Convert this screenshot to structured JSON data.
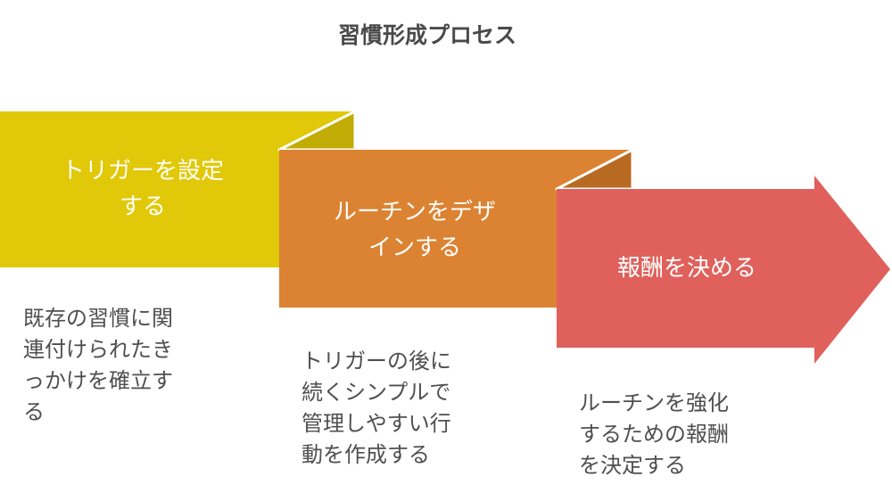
{
  "title": "習慣形成プロセス",
  "colors": {
    "step1": "#E1C808",
    "step1_fold": "#C2AC06",
    "step2": "#DB8332",
    "step2_fold": "#B96A22",
    "step3": "#E0605B",
    "edge": "#ffffff"
  },
  "steps": [
    {
      "label": "トリガーを設定\nする",
      "description": "既存の習慣に関\n連付けられたき\nっかけを確立す\nる"
    },
    {
      "label": "ルーチンをデザ\nインする",
      "description": "トリガーの後に\n続くシンプルで\n管理しやすい行\n動を作成する"
    },
    {
      "label": "報酬を決める",
      "description": "ルーチンを強化\nするための報酬\nを決定する"
    }
  ]
}
